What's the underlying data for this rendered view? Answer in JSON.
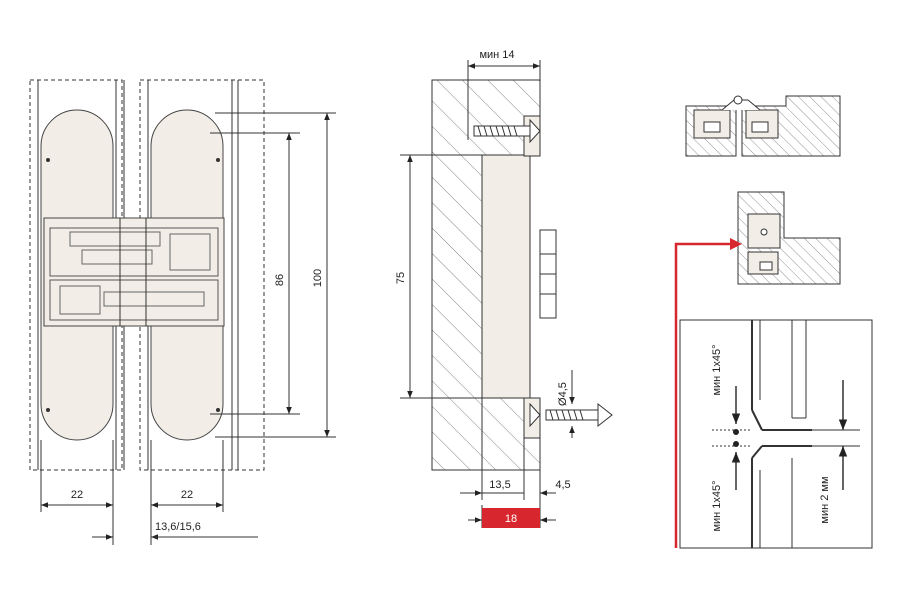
{
  "dimensions": {
    "left_width_a": "22",
    "left_width_b": "22",
    "gap_range": "13,6/15,6",
    "inner_height": "86",
    "total_height": "100",
    "mortise_height": "75",
    "min_top": "мин 14",
    "depth": "13,5",
    "offset": "4,5",
    "screw_diameter": "Ø4,5",
    "door_thickness": "18",
    "chamfer_top": "мин 1x45°",
    "chamfer_bottom": "мин 1x45°",
    "min_gap": "мин 2 мм"
  },
  "colors": {
    "hinge_fill": "#f2ede6",
    "line": "#333333",
    "hatch": "#555555",
    "accent_red": "#d8262e"
  }
}
